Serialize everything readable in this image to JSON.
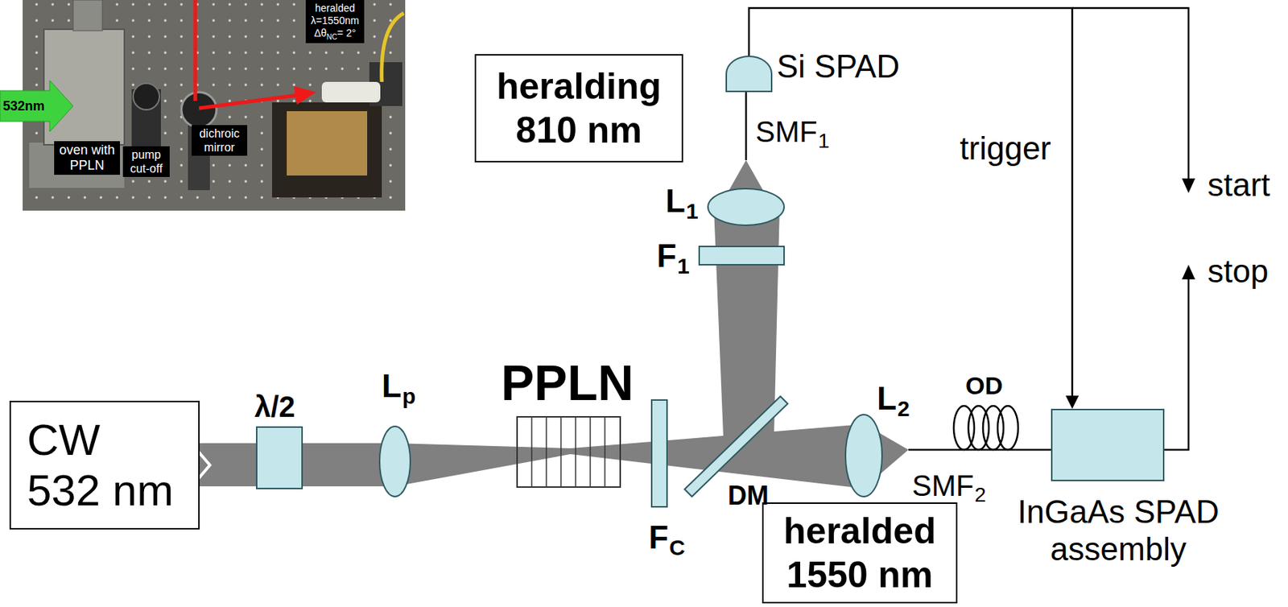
{
  "diagram": {
    "nodes": [
      {
        "text": [
          "532nm"
        ]
      },
      {
        "text": [
          "oven with PPLN"
        ]
      },
      {
        "text": [
          "pump cut-off"
        ]
      },
      {
        "text": [
          "dichroic mirror"
        ]
      },
      {
        "text": [
          "heralded",
          "λ=1550nm",
          "Δθ",
          "NC",
          "= 2°"
        ]
      },
      {
        "text": [
          "heralding 810 nm"
        ]
      },
      {
        "text": [
          "Si SPAD"
        ]
      },
      {
        "text": [
          "CW 532 nm"
        ]
      },
      {
        "text": [
          "InGaAs SPAD assembly"
        ]
      },
      {
        "text": [
          "heralded 1550 nm"
        ]
      }
    ],
    "edges": [
      {
        "from": 6,
        "to": 8,
        "arrow": "to",
        "label": "trigger"
      }
    ],
    "labels": [
      "SMF",
      "1",
      "L",
      "1",
      "F",
      "1",
      "start",
      "stop",
      "λ/2",
      "L",
      "p",
      "PPLN",
      "F",
      "C",
      "DM",
      "L",
      "2",
      "SMF",
      "2",
      "OD"
    ]
  }
}
